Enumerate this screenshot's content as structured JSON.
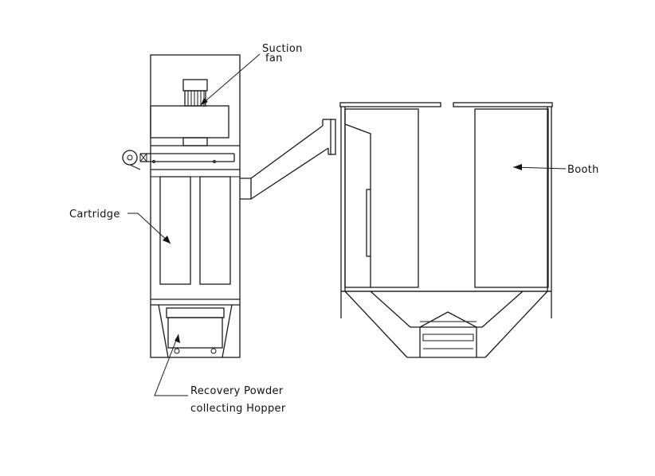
{
  "labels": {
    "suction_fan_line1": "Suction",
    "suction_fan_line2": "fan",
    "booth": "Booth",
    "cartridge": "Cartridge",
    "hopper_line1": "Recovery Powder",
    "hopper_line2": "collecting Hopper"
  },
  "colors": {
    "line": "#1a1a1a",
    "background": "#ffffff"
  }
}
